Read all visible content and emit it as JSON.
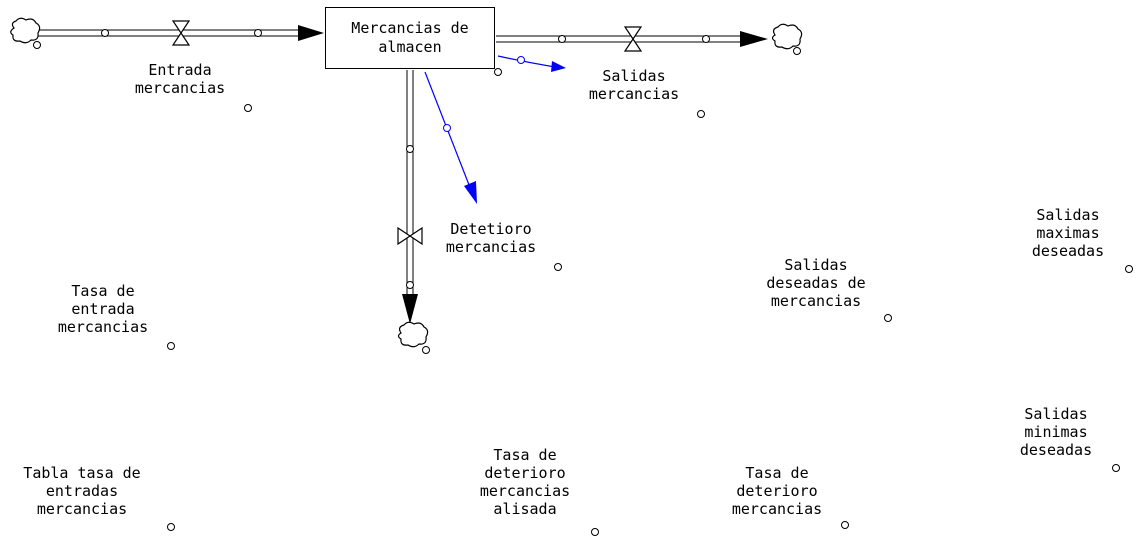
{
  "diagram": {
    "stock": {
      "label": "Mercancias de\nalmacen"
    },
    "flows": {
      "entrada": {
        "label": "Entrada\nmercancias"
      },
      "salidas": {
        "label": "Salidas\nmercancias"
      },
      "deterioro": {
        "label": "Detetioro\nmercancias"
      }
    },
    "variables": {
      "tasa_entrada": "Tasa de\nentrada\nmercancias",
      "tabla_tasa": "Tabla tasa de\nentradas\nmercancias",
      "tasa_deterioro_alisada": "Tasa de\ndeterioro\nmercancias\nalisada",
      "tasa_deterioro": "Tasa de\ndeterioro\nmercancias",
      "salidas_deseadas": "Salidas\ndeseadas de\nmercancias",
      "salidas_maximas": "Salidas\nmaximas\ndeseadas",
      "salidas_minimas": "Salidas\nminimas\ndeseadas"
    },
    "colors": {
      "link": "#0000ff",
      "pipe": "#000000"
    }
  }
}
